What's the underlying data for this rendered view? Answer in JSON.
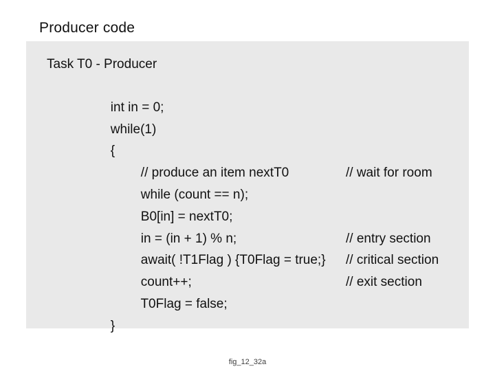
{
  "slide": {
    "title": "Producer code",
    "caption": "fig_12_32a"
  },
  "code_panel": {
    "header": "Task T0 - Producer",
    "lines": [
      {
        "text": "int in = 0;",
        "indent": 1,
        "comment": ""
      },
      {
        "text": "while(1)",
        "indent": 1,
        "comment": ""
      },
      {
        "text": "{",
        "indent": 1,
        "comment": ""
      },
      {
        "text": "// produce an item nextT0",
        "indent": 2,
        "comment": ""
      },
      {
        "text": "while (count == n);",
        "indent": 2,
        "comment": "// wait for room"
      },
      {
        "text": "B0[in] = nextT0;",
        "indent": 2,
        "comment": ""
      },
      {
        "text": "in = (in + 1) % n;",
        "indent": 2,
        "comment": ""
      },
      {
        "text": "await( !T1Flag ) {T0Flag = true;}",
        "indent": 2,
        "comment": "// entry section"
      },
      {
        "text": "count++;",
        "indent": 2,
        "comment": "// critical section"
      },
      {
        "text": "T0Flag = false;",
        "indent": 2,
        "comment": "// exit section"
      },
      {
        "text": "}",
        "indent": 1,
        "comment": ""
      }
    ],
    "colors": {
      "panel_bg": "#e9e9e9",
      "code_text": "#111111",
      "title_text": "#111111",
      "caption_text": "#3d3d3d",
      "page_bg": "#ffffff"
    }
  }
}
